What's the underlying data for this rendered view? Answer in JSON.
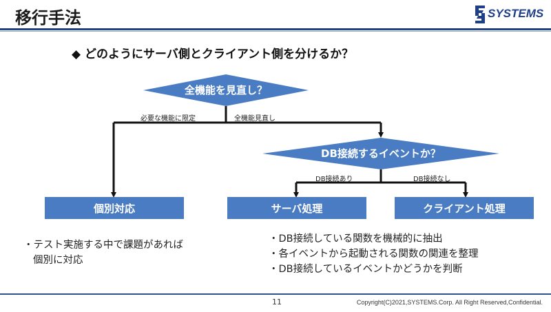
{
  "header": {
    "title": "移行手法",
    "logo_text": "SYSTEMS"
  },
  "question": "◆ どのようにサーバ側とクライアント側を分けるか？",
  "decisions": {
    "d1": "全機能を見直し？",
    "d2": "DB接続するイベントか？"
  },
  "edges": {
    "d1_left": "必要な機能に限定",
    "d1_right": "全機能見直し",
    "d2_left": "DB接続あり",
    "d2_right": "DB接続なし"
  },
  "boxes": {
    "individual": "個別対応",
    "server": "サーバ処理",
    "client": "クライアント処理"
  },
  "notes": {
    "left": [
      "・テスト実施する中で課題があれば",
      "個別に対応"
    ],
    "right": [
      "・DB接続している関数を機械的に抽出",
      "・各イベントから起動される関数の関連を整理",
      "・DB接続しているイベントかどうかを判断"
    ]
  },
  "footer": {
    "page": "11",
    "copyright": "Copyright(C)2021,SYSTEMS.Corp. All Right Reserved,Confidential."
  },
  "colors": {
    "accent": "#4a7cc4",
    "header_rule": "#23417f",
    "logo": "#1f3f87"
  }
}
